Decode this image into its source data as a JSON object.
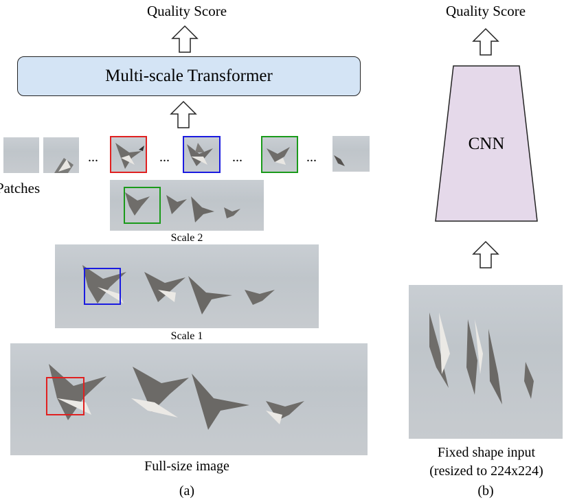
{
  "panel_a": {
    "output_label": "Quality Score",
    "transformer_label": "Multi-scale Transformer",
    "patches_label": "Patches",
    "ellipsis": "...",
    "scale2_label": "Scale 2",
    "scale1_label": "Scale 1",
    "fullsize_label": "Full-size image",
    "caption": "(a)",
    "patch_colors": {
      "full": "#e02020",
      "scale1": "#1a1ae0",
      "scale2": "#1a9a1a"
    }
  },
  "panel_b": {
    "output_label": "Quality Score",
    "cnn_label": "CNN",
    "input_label_line1": "Fixed shape input",
    "input_label_line2": "(resized to 224x224)",
    "caption": "(b)",
    "cnn_color": "#e5d9ea"
  }
}
